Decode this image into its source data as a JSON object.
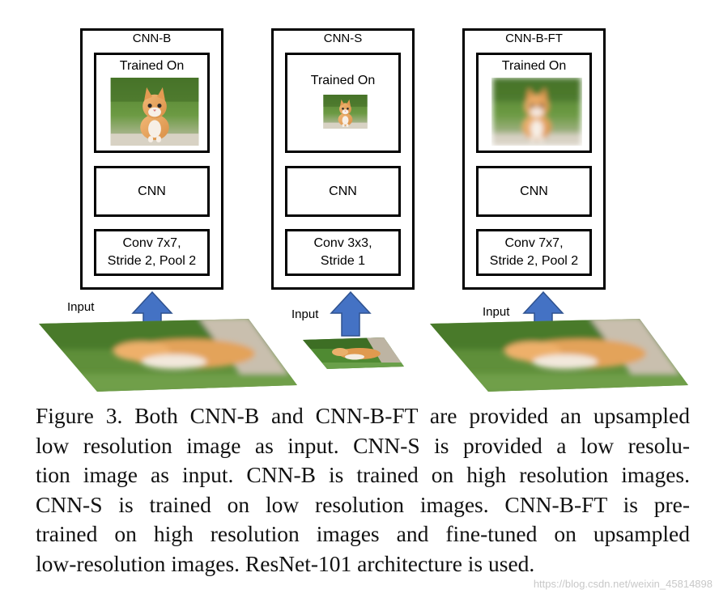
{
  "panels": [
    {
      "title": "CNN-B",
      "trained_label": "Trained On",
      "cnn_label": "CNN",
      "conv_line1": "Conv 7x7,",
      "conv_line2": "Stride 2, Pool 2",
      "input_label": "Input"
    },
    {
      "title": "CNN-S",
      "trained_label": "Trained On",
      "cnn_label": "CNN",
      "conv_line1": "Conv 3x3,",
      "conv_line2": "Stride 1",
      "input_label": "Input"
    },
    {
      "title": "CNN-B-FT",
      "trained_label": "Trained On",
      "cnn_label": "CNN",
      "conv_line1": "Conv 7x7,",
      "conv_line2": "Stride 2, Pool 2",
      "input_label": "Input"
    }
  ],
  "caption": {
    "lines": [
      "Figure 3. Both CNN-B and CNN-B-FT are provided an upsampled",
      "low resolution image as input.  CNN-S is provided a low resolu-",
      "tion image as input. CNN-B is trained on high resolution images.",
      "CNN-S is trained on low resolution images.  CNN-B-FT is pre-",
      "trained on high resolution images and fine-tuned on upsampled",
      "low-resolution images. ResNet-101 architecture is used."
    ]
  },
  "watermark": "https://blog.csdn.net/weixin_45814898",
  "colors": {
    "arrow": "#4472c4",
    "arrow_stroke": "#2f528f",
    "grass": "#5a8a3a",
    "kitten": "#e8a45c"
  }
}
